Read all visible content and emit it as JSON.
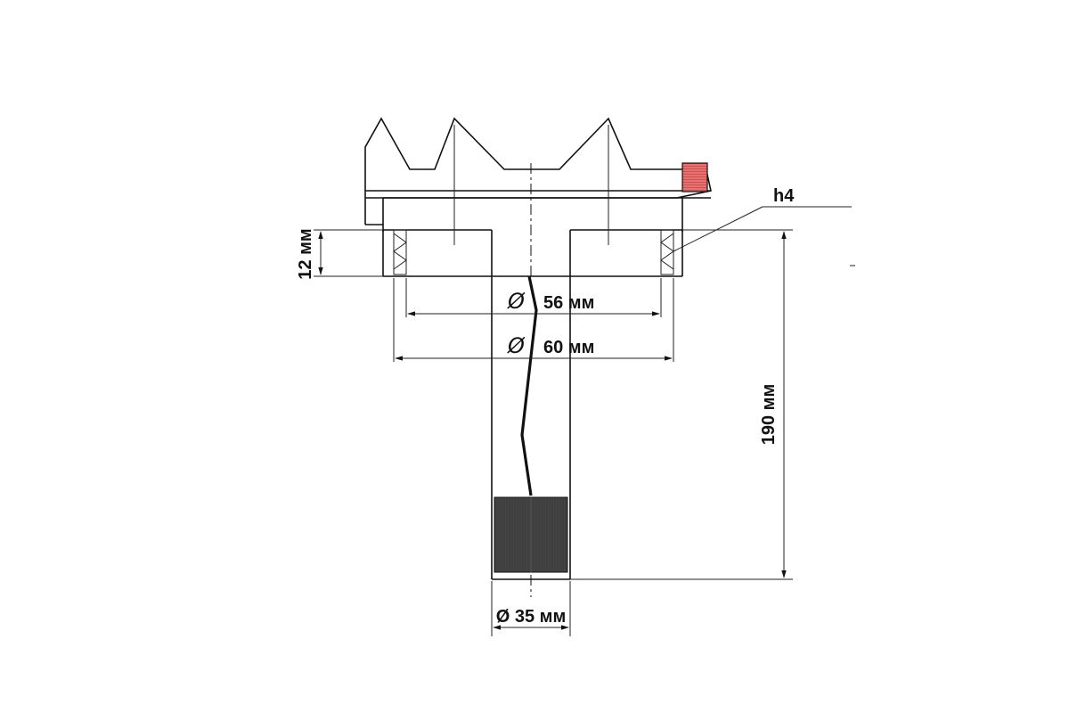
{
  "dimensions": {
    "height_12": "12 мм",
    "diameter_56": "56 мм",
    "diameter_60": "60 мм",
    "height_190": "190 мм",
    "diameter_35": "Ø 35 мм",
    "phi_symbol": "Ø",
    "seal_label": "h4"
  },
  "colors": {
    "line": "#111111",
    "filter": "#3f3f3f",
    "float_red": "#e87070"
  }
}
